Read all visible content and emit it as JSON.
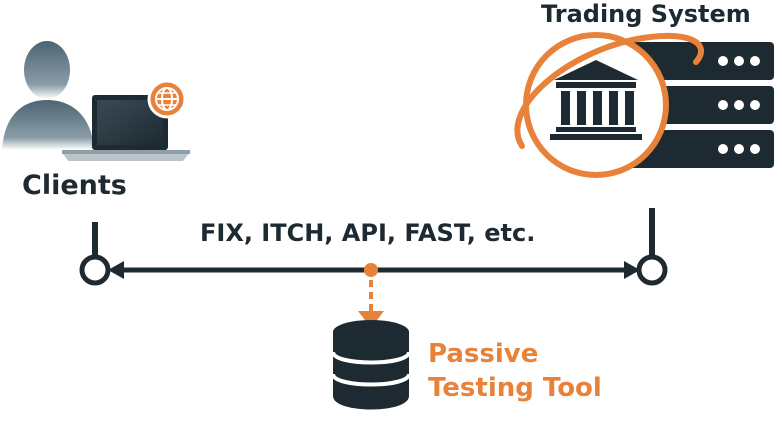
{
  "clients": {
    "label": "Clients",
    "icon": "user-with-laptop-icon"
  },
  "trading_system": {
    "label": "Trading System",
    "icon": "server-with-bank-icon"
  },
  "link": {
    "label": "FIX, ITCH, API, FAST, etc."
  },
  "passive_tool": {
    "line1": "Passive",
    "line2": "Testing Tool",
    "icon": "database-icon"
  },
  "colors": {
    "dark": "#1e2a32",
    "accent": "#e8823a",
    "person_grey": "#566b78",
    "light_grey": "#c9d2d8"
  }
}
